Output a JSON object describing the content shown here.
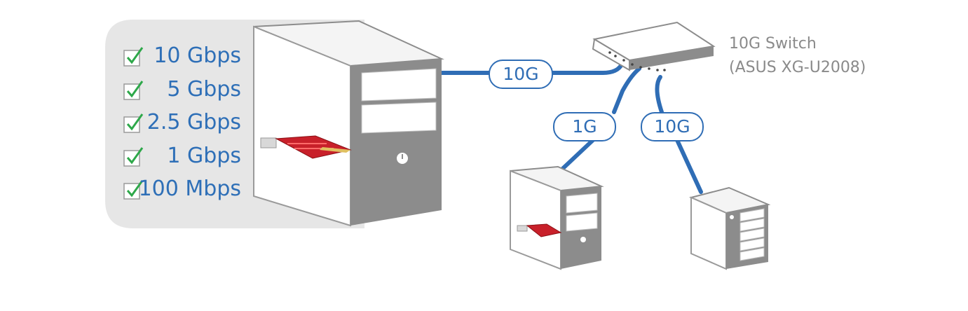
{
  "speed_list": {
    "items": [
      {
        "label": "10  Gbps",
        "checked": true
      },
      {
        "label": "5  Gbps",
        "checked": true
      },
      {
        "label": "2.5  Gbps",
        "checked": true
      },
      {
        "label": "1  Gbps",
        "checked": true
      },
      {
        "label": "100 Mbps",
        "checked": true
      }
    ]
  },
  "links": {
    "uplink_label": "10G",
    "pc_link_label": "1G",
    "nas_link_label": "10G"
  },
  "switch": {
    "name": "10G Switch",
    "model": "(ASUS XG-U2008)"
  },
  "colors": {
    "link_blue": "#2f6db5",
    "label_blue": "#2e6fb7",
    "check_green": "#2ea84a",
    "panel_gray": "#e6e6e6",
    "case_gray": "#8c8c8c",
    "nic_red": "#c8202a"
  },
  "icons": [
    "checkbox-checked-icon",
    "power-button-icon"
  ]
}
